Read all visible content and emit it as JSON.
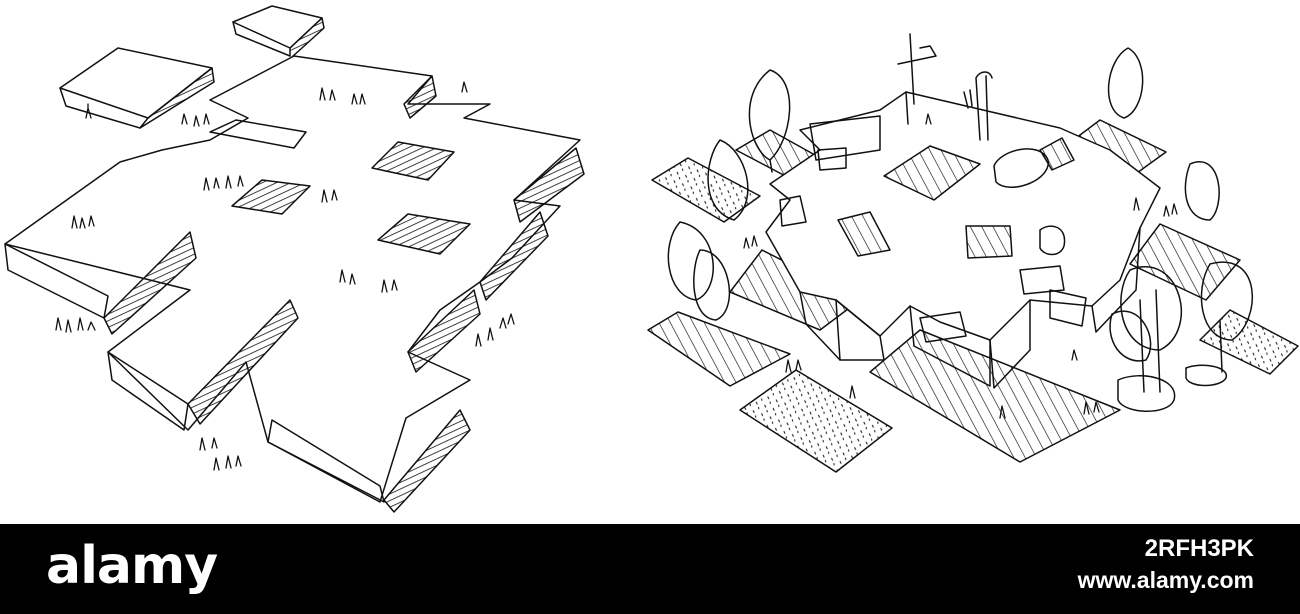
{
  "footer": {
    "brand": "alamy",
    "image_id": "2RFH3PK",
    "site_url": "www.alamy.com"
  },
  "colors": {
    "ink": "#111111",
    "paper": "#ffffff",
    "footer_background": "#000000",
    "footer_text": "#ffffff"
  },
  "content": {
    "left_sketch": "hand-drawn-axonometric-roof-terrace",
    "right_sketch": "hand-drawn-axonometric-site-plan-with-trees"
  }
}
